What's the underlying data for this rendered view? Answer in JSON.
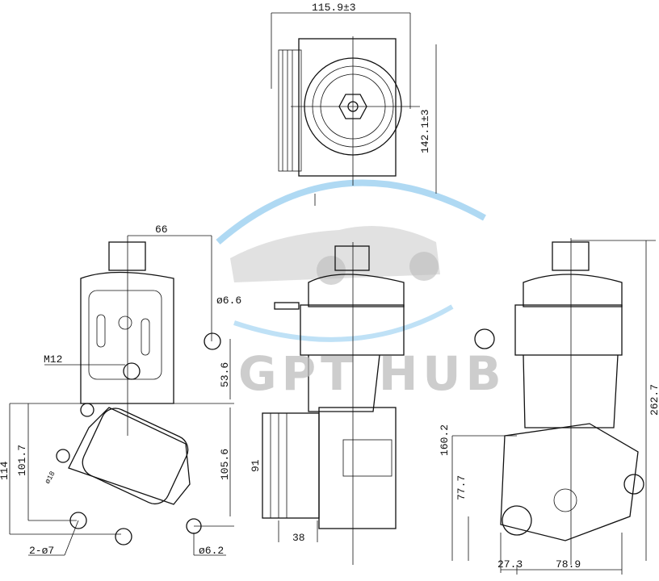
{
  "watermark": {
    "text": "GPT HUB",
    "swoosh_color": "#5fb4e8",
    "text_color": "#bdbdbd"
  },
  "top_view": {
    "width_dim": "115.9±3",
    "height_dim": "142.1±3"
  },
  "left_view": {
    "dims": {
      "top_width": "66",
      "hole": "ø6.6",
      "thread": "M12",
      "upper_height": "53.6",
      "total_height": "114",
      "inner_height": "101.7",
      "right_height": "105.6",
      "bolt_holes": "2-ø7",
      "small_hole": "ø6.2",
      "cooler_port": "ø18"
    }
  },
  "middle_view": {
    "dims": {
      "height": "91",
      "width": "38"
    }
  },
  "right_view": {
    "dims": {
      "mid_height": "160.2",
      "low_height": "77.7",
      "total_height": "262.7",
      "offset": "27.3",
      "base_width": "78.9"
    }
  }
}
